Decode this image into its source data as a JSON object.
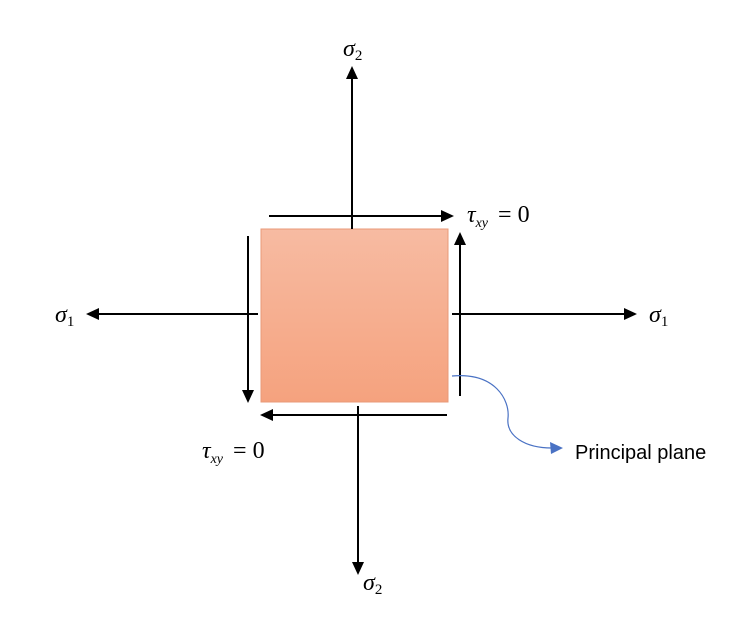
{
  "colors": {
    "element_fill_top": "#f7bba2",
    "element_fill_bottom": "#f5a27e",
    "element_stroke": "#e89a78",
    "arrow_color": "#000000",
    "pointer_color": "#4a72c4"
  },
  "labels": {
    "sigma_symbol": "σ",
    "sigma_1_sub": "1",
    "sigma_2_sub": "2",
    "tau_symbol": "τ",
    "tau_sub": "xy",
    "tau_value": "= 0",
    "principal_plane": "Principal plane"
  }
}
